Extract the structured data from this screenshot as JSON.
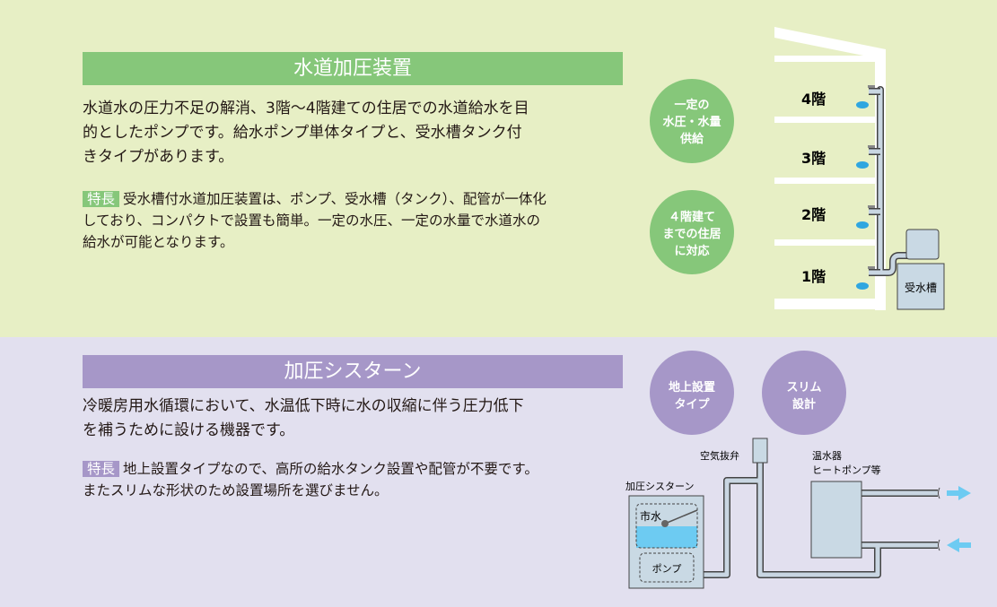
{
  "booster": {
    "title": "水道加圧装置",
    "desc": [
      "水道水の圧力不足の解消、3階～4階建ての住居での水道給水を目",
      "的としたポンプです。給水ポンプ単体タイプと、受水槽タンク付",
      "きタイプがあります。"
    ],
    "feature_tag": "特長",
    "feature": [
      "受水槽付水道加圧装置は、ポンプ、受水槽（タンク）、配管が一体化",
      "しており、コンパクトで設置も簡単。一定の水圧、一定の水量で水道水の",
      "給水が可能となります。"
    ],
    "badges": [
      [
        "一定の",
        "水圧・水量",
        "供給"
      ],
      [
        "４階建て",
        "までの住居",
        "に対応"
      ]
    ],
    "floors": [
      "4階",
      "3階",
      "2階",
      "1階"
    ],
    "tank_label": "受水槽",
    "color": "#86c77a"
  },
  "cistern": {
    "title": "加圧シスターン",
    "desc": [
      "冷暖房用水循環において、水温低下時に水の収縮に伴う圧力低下",
      "を補うために設ける機器です。"
    ],
    "feature_tag": "特長",
    "feature": [
      "地上設置タイプなので、高所の給水タンク設置や配管が不要です。",
      "またスリムな形状のため設置場所を選びません。"
    ],
    "badges": [
      [
        "地上設置",
        "タイプ"
      ],
      [
        "スリム",
        "設計"
      ]
    ],
    "air_valve": "空気抜弁",
    "unit_label": "加圧シスターン",
    "water_label": "市水",
    "pump_label": "ポンプ",
    "heater_label": [
      "温水器",
      "ヒートポンプ等"
    ],
    "color": "#a697c8"
  }
}
